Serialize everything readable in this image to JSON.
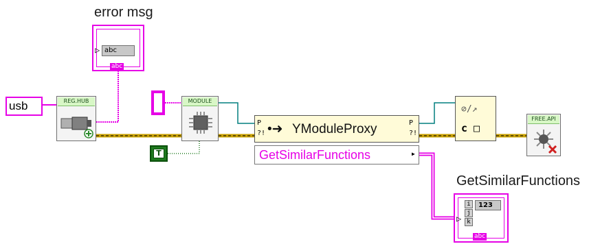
{
  "labels": {
    "error_msg": "error msg",
    "get_similar_functions_indicator": "GetSimilarFunctions"
  },
  "constants": {
    "usb": "usb",
    "boolean_true": "T"
  },
  "indicator_tags": {
    "abc": "abc",
    "numeric": "123",
    "index_i": "i",
    "index_j": "j",
    "index_k": "k"
  },
  "subvis": {
    "reg_hub": "REG.HUB",
    "module": "MODULE",
    "free_api": "FREE.API"
  },
  "property_node": {
    "class_name": "YModuleProxy",
    "property": "GetSimilarFunctions",
    "io_glyph_top": "P",
    "io_glyph_bottom": "?!"
  },
  "close_reference": {
    "glyph_top": "⊘/↗",
    "glyph_bottom": "c □"
  },
  "colors": {
    "string_wire": "#e600e6",
    "error_wire": "#c8a000",
    "ref_wire": "#007f7f",
    "bool_wire": "#1f7a1f",
    "subvi_header": "#d8f7c6"
  },
  "icons": [
    "usb-plug-icon",
    "chip-icon",
    "close-ref-icon",
    "free-api-icon"
  ]
}
